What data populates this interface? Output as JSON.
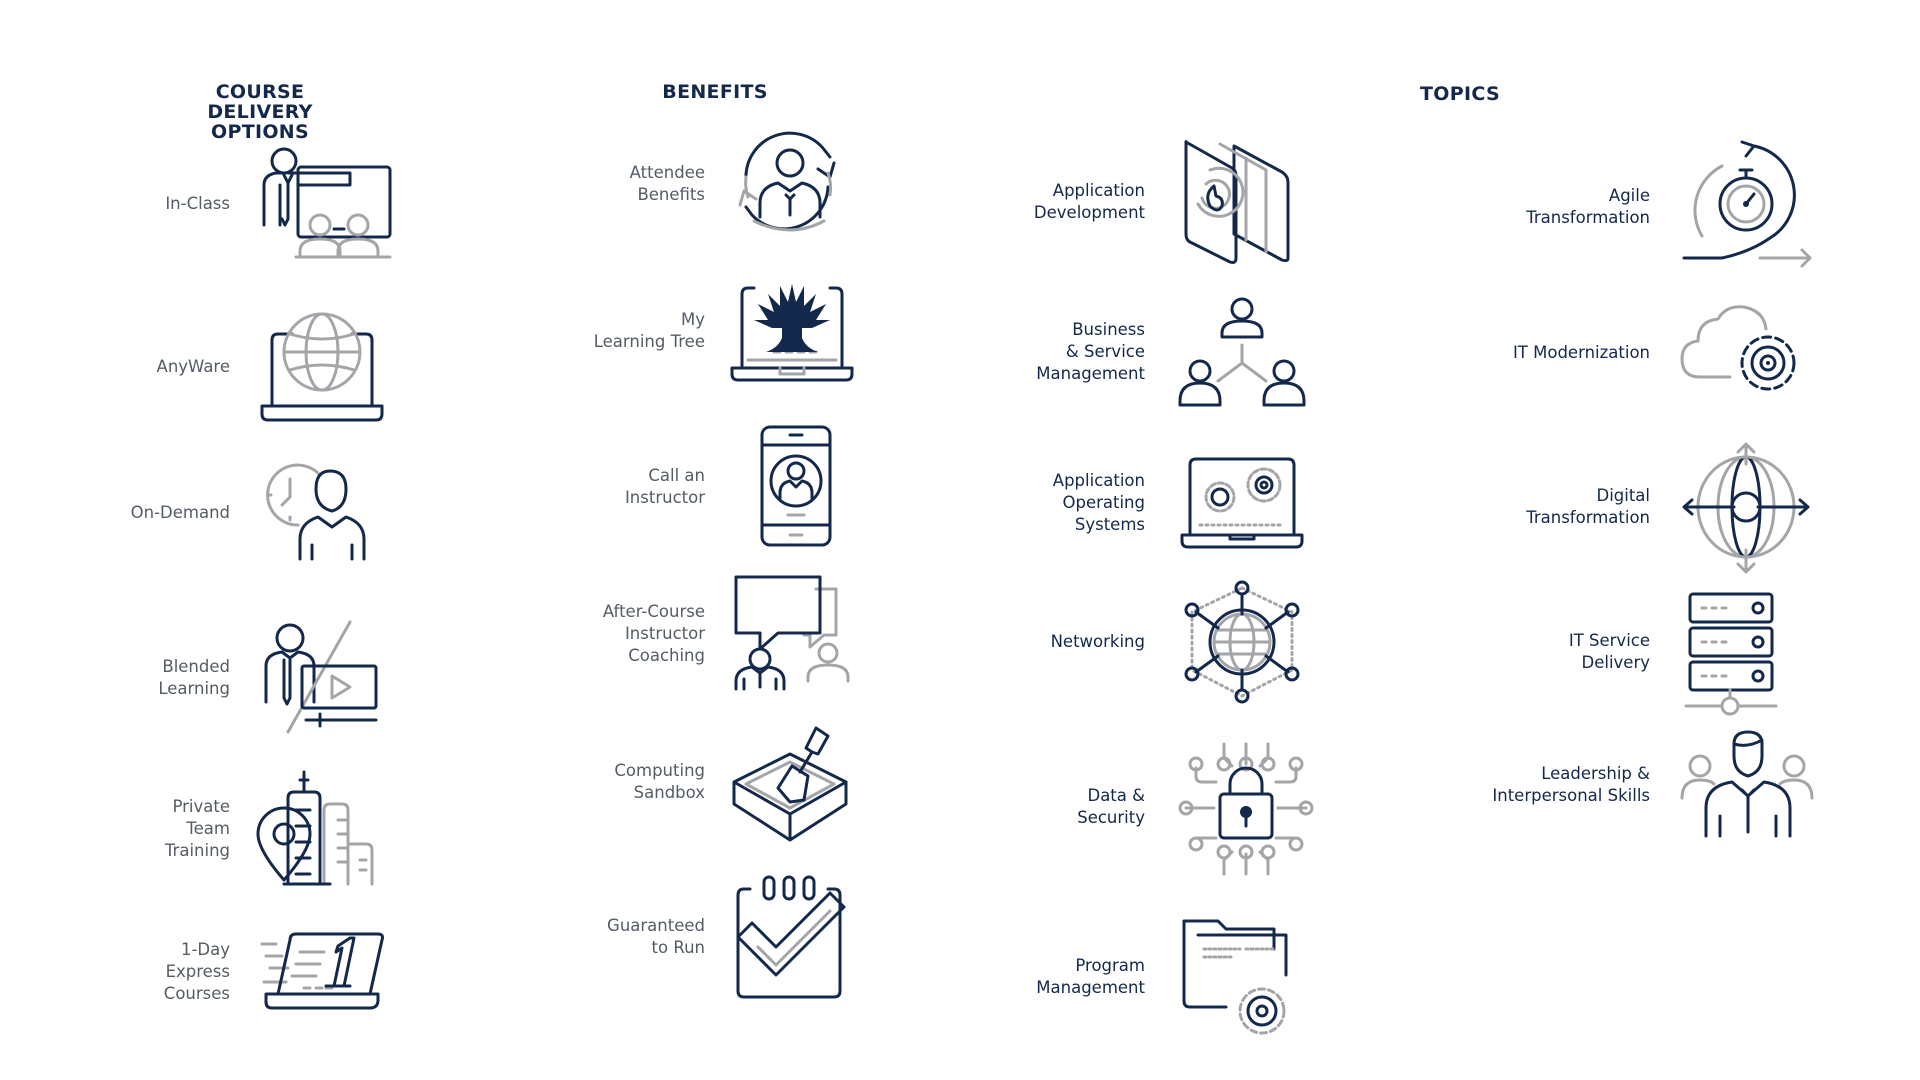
{
  "headings": {
    "course_delivery": "COURSE DELIVERY\nOPTIONS",
    "benefits": "BENEFITS",
    "topics": "TOPICS"
  },
  "course_delivery": [
    {
      "label": "In-Class",
      "icon": "classroom-presenter-icon"
    },
    {
      "label": "AnyWare",
      "icon": "globe-laptop-icon"
    },
    {
      "label": "On-Demand",
      "icon": "clock-person-icon"
    },
    {
      "label": "Blended\nLearning",
      "icon": "instructor-video-icon"
    },
    {
      "label": "Private\nTeam\nTraining",
      "icon": "location-buildings-icon"
    },
    {
      "label": "1-Day\nExpress\nCourses",
      "icon": "express-laptop-icon"
    }
  ],
  "benefits": [
    {
      "label": "Attendee\nBenefits",
      "icon": "attendee-cycle-icon"
    },
    {
      "label": "My\nLearning Tree",
      "icon": "tree-laptop-icon"
    },
    {
      "label": "Call an\nInstructor",
      "icon": "phone-instructor-icon"
    },
    {
      "label": "After-Course\nInstructor\nCoaching",
      "icon": "coaching-chat-icon"
    },
    {
      "label": "Computing\nSandbox",
      "icon": "sandbox-shovel-icon"
    },
    {
      "label": "Guaranteed\nto Run",
      "icon": "calendar-check-icon"
    }
  ],
  "topics_left": [
    {
      "label": "Application\nDevelopment",
      "icon": "app-development-icon"
    },
    {
      "label": "Business\n& Service\nManagement",
      "icon": "org-chart-icon"
    },
    {
      "label": "Application\nOperating\nSystems",
      "icon": "gears-laptop-icon"
    },
    {
      "label": "Networking",
      "icon": "network-globe-icon"
    },
    {
      "label": "Data &\nSecurity",
      "icon": "lock-circuit-icon"
    },
    {
      "label": "Program\nManagement",
      "icon": "folder-gear-icon"
    }
  ],
  "topics_right": [
    {
      "label": "Agile\nTransformation",
      "icon": "agile-stopwatch-icon"
    },
    {
      "label": "IT Modernization",
      "icon": "cloud-gear-icon"
    },
    {
      "label": "Digital\nTransformation",
      "icon": "digital-globe-arrows-icon"
    },
    {
      "label": "IT Service\nDelivery",
      "icon": "server-rack-icon"
    },
    {
      "label": "Leadership &\nInterpersonal Skills",
      "icon": "leader-team-icon"
    }
  ],
  "colors": {
    "navy": "#13284b",
    "gray": "#a3a5a8",
    "label_gray": "#555c66"
  }
}
